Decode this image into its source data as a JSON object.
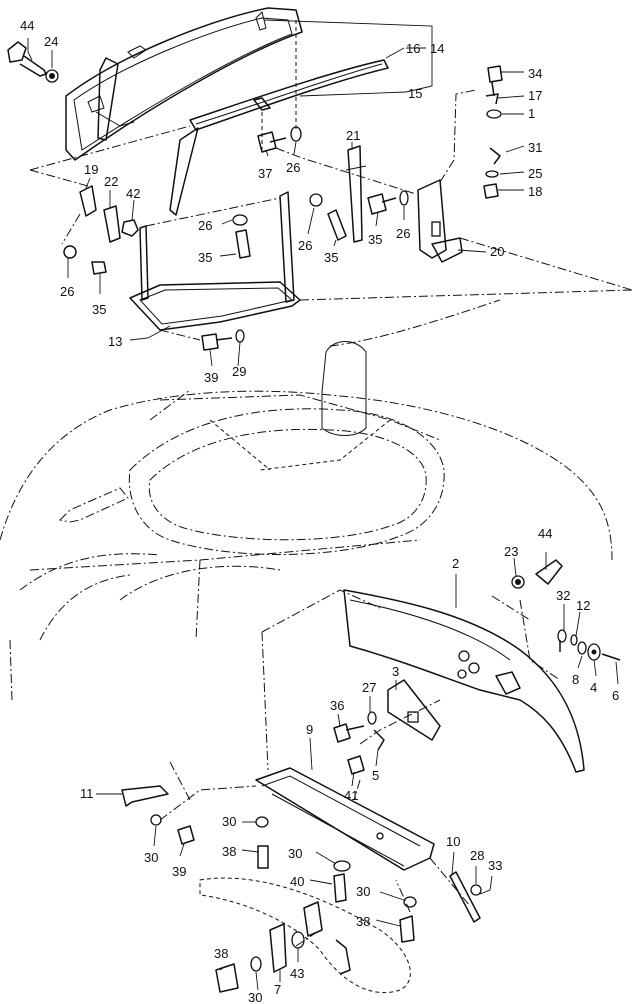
{
  "labels": {
    "p44a": "44",
    "p24": "24",
    "p16": "16",
    "p14": "14",
    "p15": "15",
    "p34": "34",
    "p17": "17",
    "p1": "1",
    "p31": "31",
    "p25": "25",
    "p18": "18",
    "p21": "21",
    "p19": "19",
    "p22": "22",
    "p42": "42",
    "p37": "37",
    "p26a": "26",
    "p26b": "26",
    "p26c": "26",
    "p26d": "26",
    "p26e": "26",
    "p35a": "35",
    "p35b": "35",
    "p35c": "35",
    "p35d": "35",
    "p20": "20",
    "p13": "13",
    "p39a": "39",
    "p29": "29",
    "p2": "2",
    "p23": "23",
    "p44b": "44",
    "p32": "32",
    "p12": "12",
    "p8": "8",
    "p4": "4",
    "p6": "6",
    "p3": "3",
    "p27": "27",
    "p36": "36",
    "p9": "9",
    "p41": "41",
    "p5": "5",
    "p11": "11",
    "p30a": "30",
    "p30b": "30",
    "p30c": "30",
    "p30d": "30",
    "p30e": "30",
    "p39b": "39",
    "p38a": "38",
    "p38b": "38",
    "p38c": "38",
    "p40": "40",
    "p10": "10",
    "p28": "28",
    "p33": "33",
    "p43": "43",
    "p7": "7"
  }
}
